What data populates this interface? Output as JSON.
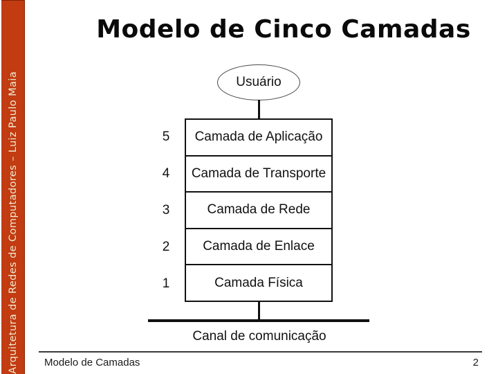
{
  "sidebar": {
    "text": "Arquitetura de Redes de Computadores – Luiz Paulo Maia",
    "bg_color": "#c23b11",
    "text_color": "#efedd6"
  },
  "title": "Modelo de Cinco Camadas",
  "diagram": {
    "user_label": "Usuário",
    "layers": [
      {
        "number": "5",
        "label": "Camada de Aplicação"
      },
      {
        "number": "4",
        "label": "Camada de Transporte"
      },
      {
        "number": "3",
        "label": "Camada de Rede"
      },
      {
        "number": "2",
        "label": "Camada de Enlace"
      },
      {
        "number": "1",
        "label": "Camada Física"
      }
    ],
    "channel_label": "Canal de comunicação"
  },
  "footer": {
    "left_text": "Modelo de Camadas",
    "page_number": "2"
  }
}
